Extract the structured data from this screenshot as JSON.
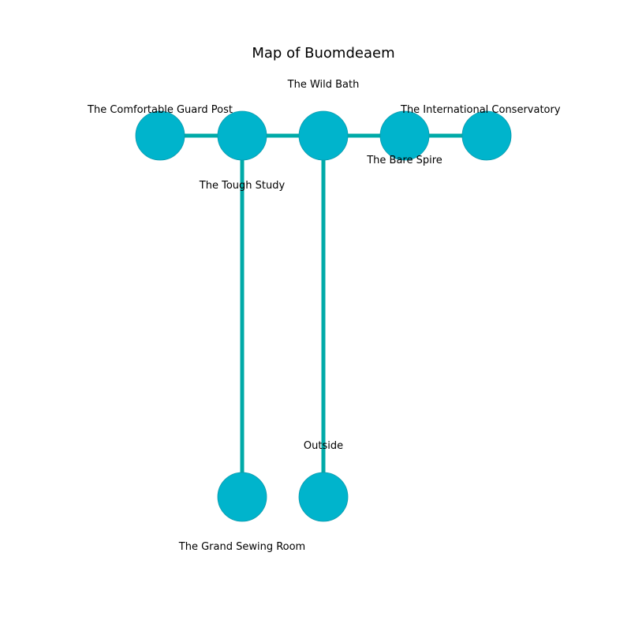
{
  "title": "Map of Buomdeaem",
  "colors": {
    "node_fill": "#00b4cc",
    "node_stroke": "#0a9aad",
    "edge": "#00aaa8",
    "text": "#000000",
    "background": "#ffffff"
  },
  "rooms": [
    {
      "id": "comfortable-guard-post",
      "name": "The Comfortable Guard Post"
    },
    {
      "id": "tough-study",
      "name": "The Tough Study"
    },
    {
      "id": "wild-bath",
      "name": "The Wild Bath"
    },
    {
      "id": "bare-spire",
      "name": "The Bare Spire"
    },
    {
      "id": "international-conservatory",
      "name": "The International Conservatory"
    },
    {
      "id": "grand-sewing-room",
      "name": "The Grand Sewing Room"
    },
    {
      "id": "outside",
      "name": "Outside"
    }
  ],
  "connections": [
    [
      "comfortable-guard-post",
      "tough-study"
    ],
    [
      "tough-study",
      "wild-bath"
    ],
    [
      "wild-bath",
      "bare-spire"
    ],
    [
      "bare-spire",
      "international-conservatory"
    ],
    [
      "tough-study",
      "grand-sewing-room"
    ],
    [
      "wild-bath",
      "outside"
    ]
  ]
}
